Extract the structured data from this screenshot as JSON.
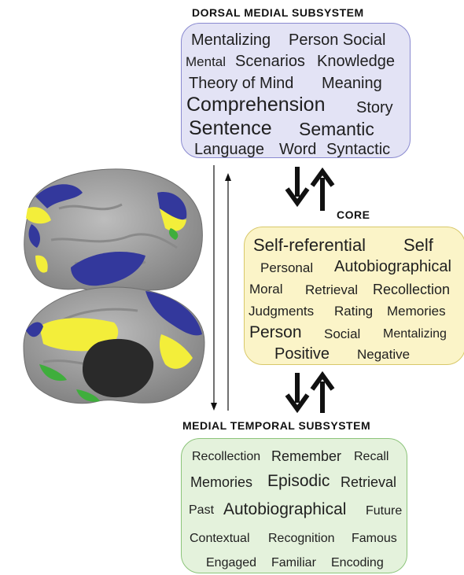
{
  "headings": {
    "dorsal": "DORSAL MEDIAL SUBSYSTEM",
    "core": "CORE",
    "mts": "MEDIAL TEMPORAL SUBSYSTEM"
  },
  "colors": {
    "dorsal_region": "#33389c",
    "core_region": "#f3ee3a",
    "mts_region": "#3fae3c",
    "cortex": "#9c9c9c"
  },
  "dorsal_words": {
    "mentalizing": "Mentalizing",
    "person_social": "Person Social",
    "mental": "Mental",
    "scenarios": "Scenarios",
    "knowledge": "Knowledge",
    "theory_of_mind": "Theory of Mind",
    "meaning": "Meaning",
    "comprehension": "Comprehension",
    "story": "Story",
    "sentence": "Sentence",
    "semantic": "Semantic",
    "language": "Language",
    "word": "Word",
    "syntactic": "Syntactic"
  },
  "core_words": {
    "self_referential": "Self-referential",
    "self": "Self",
    "personal": "Personal",
    "autobiographical": "Autobiographical",
    "moral": "Moral",
    "retrieval": "Retrieval",
    "recollection": "Recollection",
    "judgments": "Judgments",
    "rating": "Rating",
    "memories": "Memories",
    "person": "Person",
    "social": "Social",
    "mentalizing": "Mentalizing",
    "positive": "Positive",
    "negative": "Negative"
  },
  "mts_words": {
    "recollection": "Recollection",
    "remember": "Remember",
    "recall": "Recall",
    "memories": "Memories",
    "episodic": "Episodic",
    "retrieval": "Retrieval",
    "past": "Past",
    "autobiographical": "Autobiographical",
    "future": "Future",
    "contextual": "Contextual",
    "recognition": "Recognition",
    "famous": "Famous",
    "engaged": "Engaged",
    "familiar": "Familiar",
    "encoding": "Encoding"
  }
}
